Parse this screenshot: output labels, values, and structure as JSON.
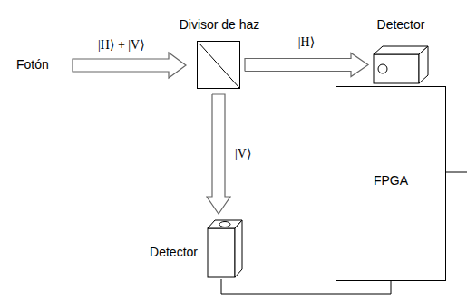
{
  "diagram": {
    "nodes": [
      {
        "text": [
          "Divisor de haz"
        ]
      },
      {
        "text": [
          "Detector"
        ]
      },
      {
        "text": [
          "Detector"
        ]
      },
      {
        "text": [
          "FPGA"
        ]
      }
    ],
    "edges": [
      {
        "from": 0,
        "to": 1,
        "arrow": "to",
        "label": "|H⟩"
      },
      {
        "from": 0,
        "to": 2,
        "arrow": "to",
        "label": "|V⟩"
      },
      {
        "from": 2,
        "to": 3,
        "arrow": "none"
      }
    ],
    "labels": [
      "Fotón",
      "|H⟩ + |V⟩"
    ]
  }
}
